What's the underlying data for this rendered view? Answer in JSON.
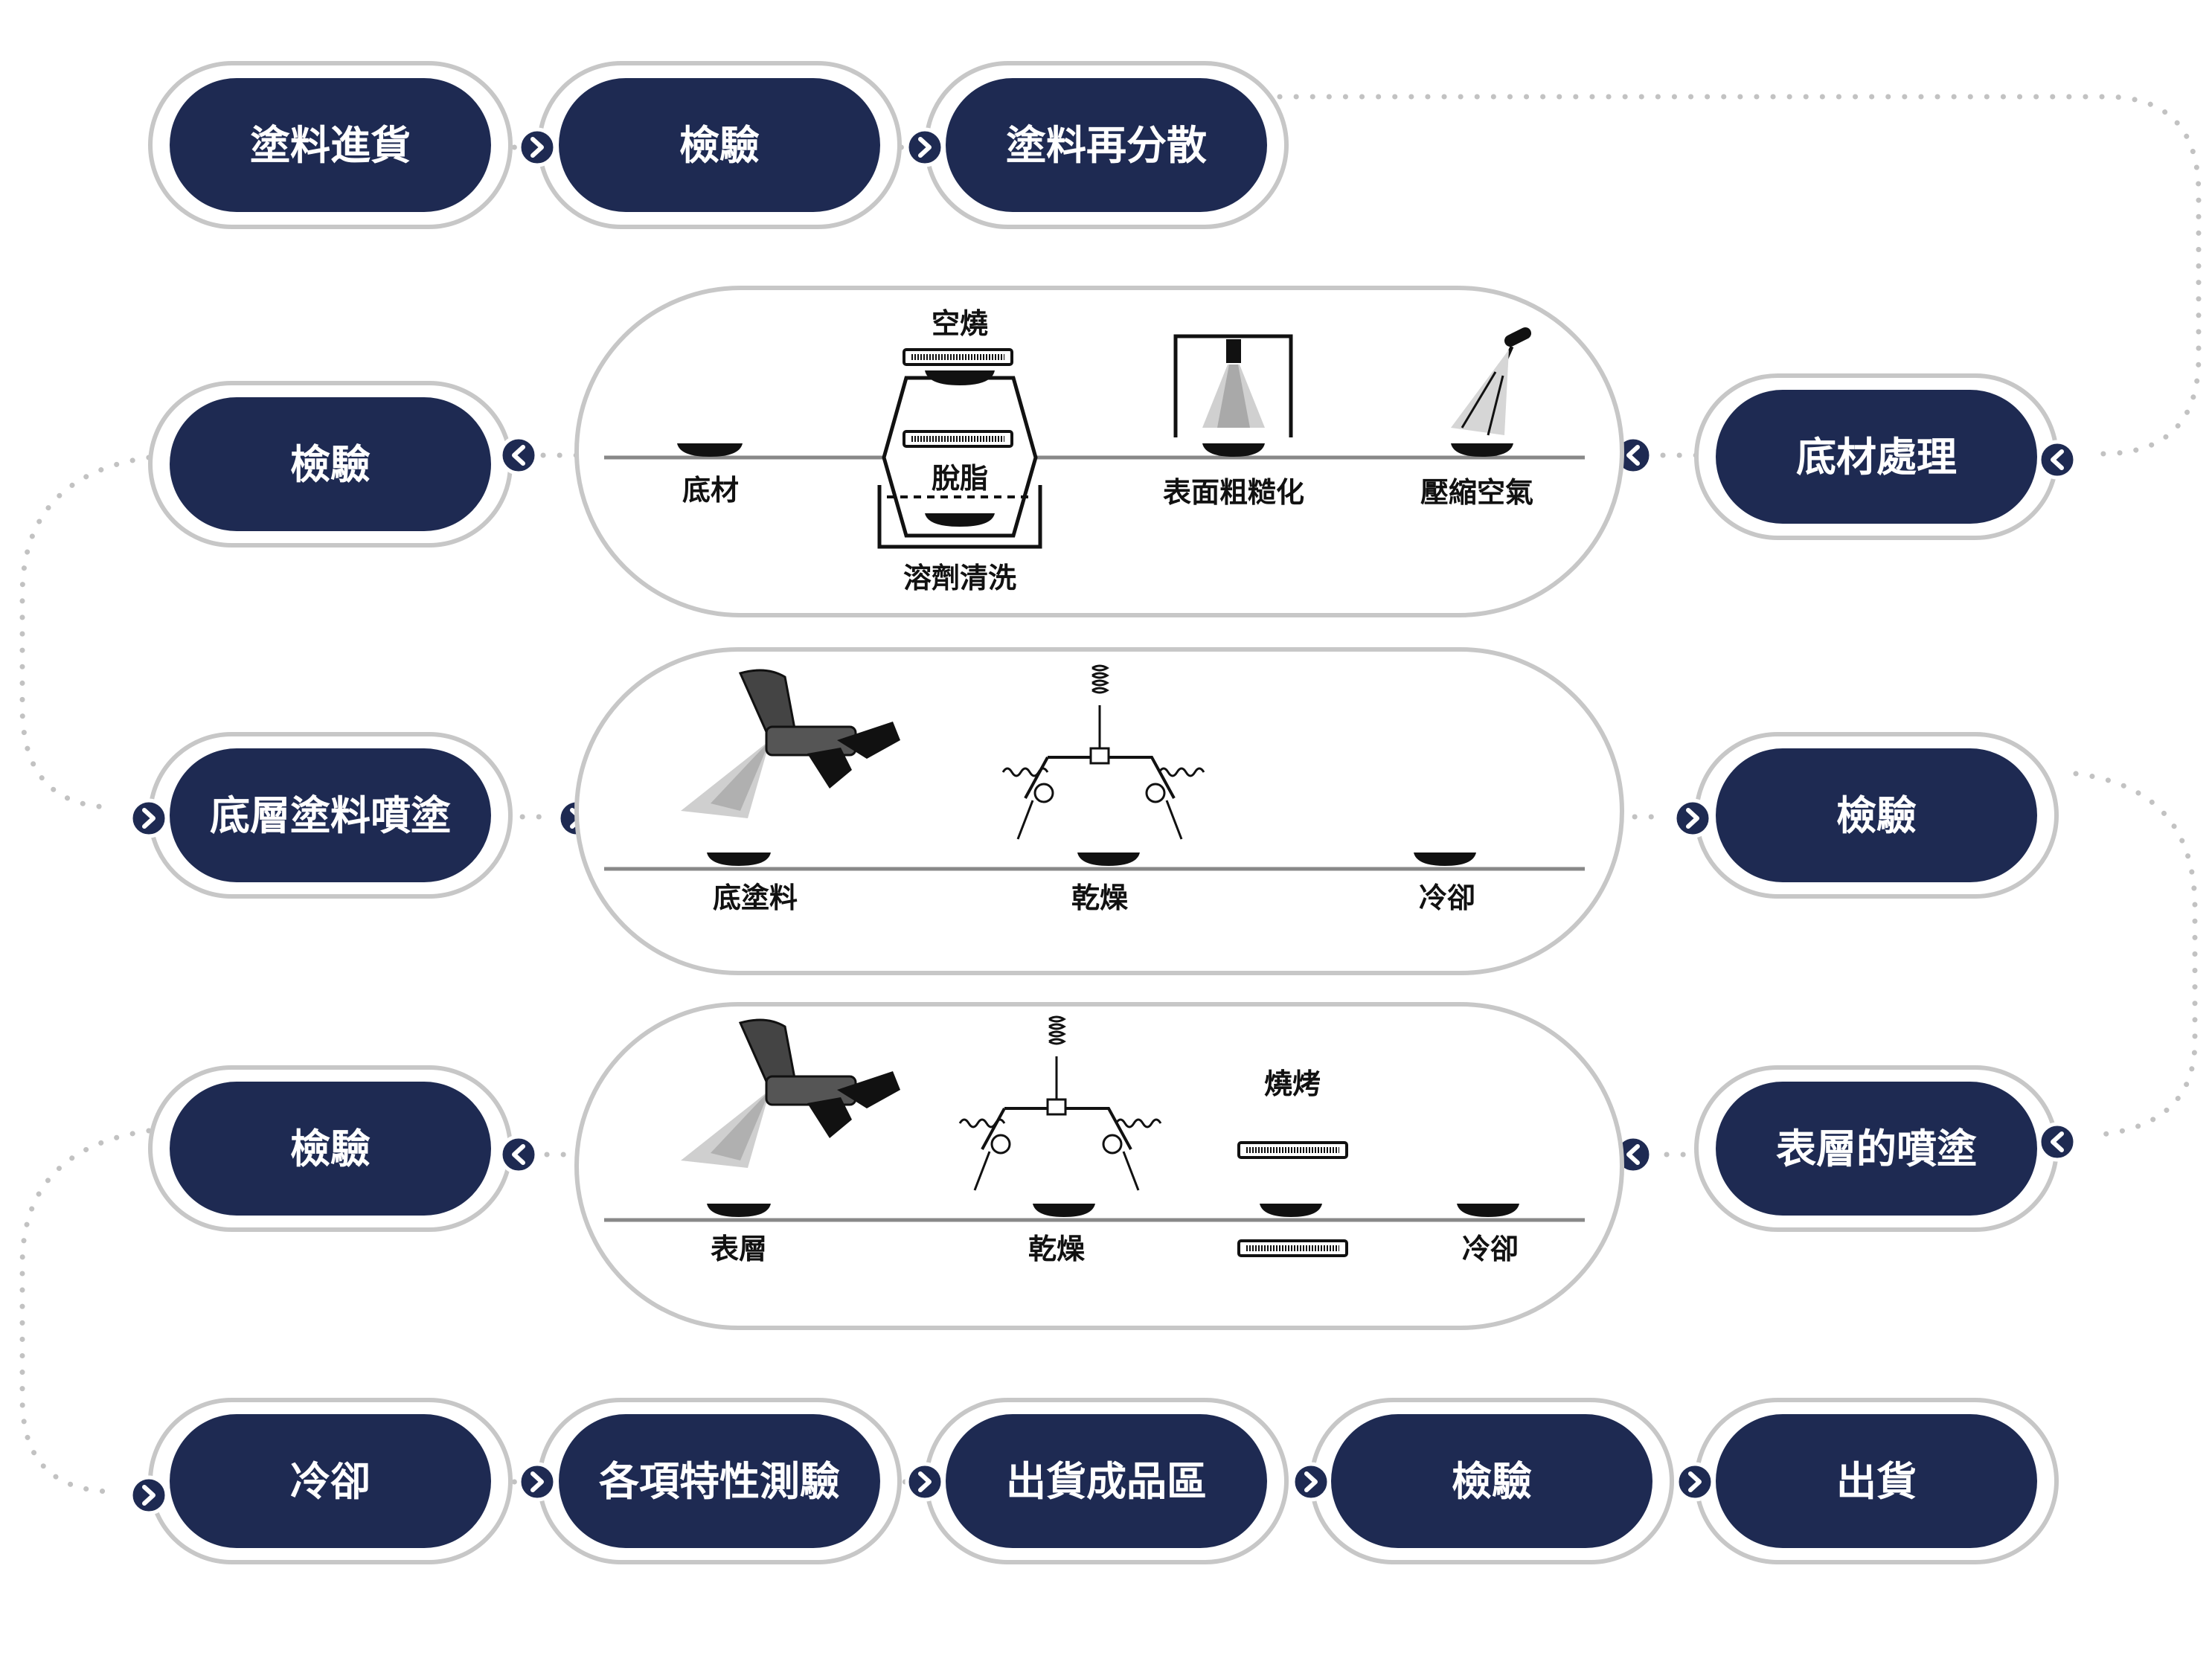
{
  "colors": {
    "navy": "#1e2a52",
    "ring": "#c7c7c7",
    "dots": "#c2c2c2",
    "ink": "#111111"
  },
  "steps": {
    "s1": "塗料進貨",
    "s2": "檢驗",
    "s3": "塗料再分散",
    "s4": "底材處理",
    "s5": "檢驗",
    "s6": "底層塗料噴塗",
    "s7": "檢驗",
    "s8": "表層的噴塗",
    "s9": "檢驗",
    "s10": "冷卻",
    "s11": "各項特性測驗",
    "s12": "出貨成品區",
    "s13": "檢驗",
    "s14": "出貨"
  },
  "panel1": {
    "substrate": "底材",
    "air_bake": "空燒",
    "degrease": "脫脂",
    "solvent_wash": "溶劑清洗",
    "roughening": "表面粗糙化",
    "compressed_air": "壓縮空氣"
  },
  "panel2": {
    "base_coat": "底塗料",
    "dry": "乾燥",
    "cool": "冷卻"
  },
  "panel3": {
    "top_coat": "表層",
    "dry": "乾燥",
    "bake": "燒烤",
    "cool": "冷卻"
  },
  "icons": [
    "chevron-right-icon",
    "chevron-left-icon",
    "spray-gun-icon",
    "heater-coil-icon",
    "substrate-plate-icon",
    "heater-plate-icon",
    "solvent-tank-icon",
    "sandblast-icon",
    "air-nozzle-icon"
  ]
}
